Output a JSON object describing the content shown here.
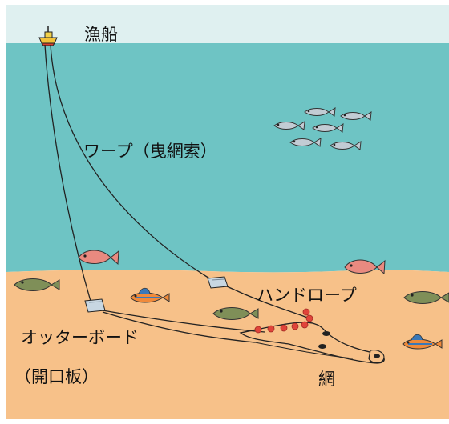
{
  "colors": {
    "sky": "#dff0f0",
    "sea": "#6ec4c4",
    "seabed": "#f7c189",
    "flatfish": "#7f8f58",
    "redfish": "#e98a80",
    "mackerel": "#c2ccd4",
    "rope": "#222222",
    "floats": "#e0443a",
    "otter_board": "#c8d7e2"
  },
  "labels": {
    "fishing_boat": "漁船",
    "warp": "ワープ（曳網索）",
    "hand_rope": "ハンドロープ",
    "otter_board": "オッターボード",
    "otter_board_jp": "（開口板）",
    "net": "網"
  },
  "icons": [
    "boat-icon",
    "otter-board-icon",
    "flatfish-icon",
    "redfish-icon",
    "mackerel-icon",
    "goby-icon",
    "float-icon"
  ]
}
